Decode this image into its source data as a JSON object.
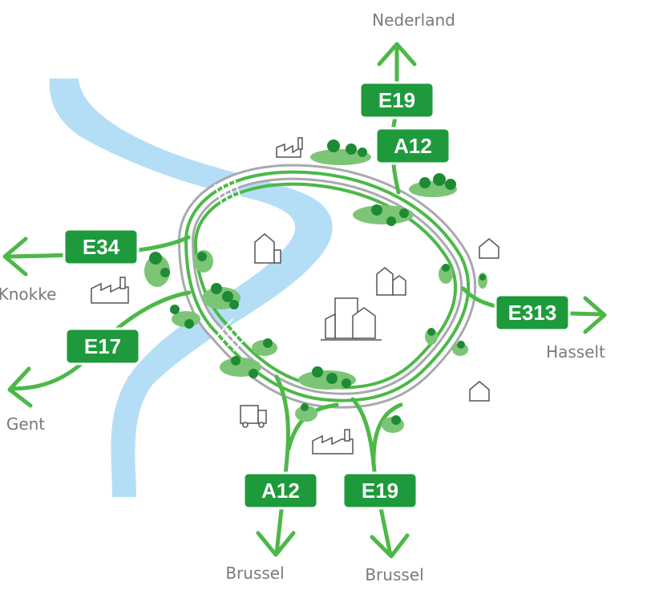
{
  "destinations": {
    "nederland": "Nederland",
    "knokke": "Knokke",
    "gent": "Gent",
    "hasselt": "Hasselt",
    "brussel_a12": "Brussel",
    "brussel_e19": "Brussel"
  },
  "shields": {
    "e19_north": "E19",
    "a12_north": "A12",
    "e34": "E34",
    "e17": "E17",
    "e313": "E313",
    "a12_south": "A12",
    "e19_south": "E19"
  },
  "colors": {
    "road": "#4cb848",
    "shield": "#1e9a3c",
    "river": "#b4def6",
    "ring_outer": "#a7a9ac",
    "tree_dark": "#1e8a34",
    "tree_light": "#7cc576",
    "building": "#555555",
    "label": "#7a7a7a"
  },
  "icons": [
    "factory-icon",
    "tree-cluster-icon",
    "house-icon",
    "city-buildings-icon",
    "truck-icon",
    "arrow-icon"
  ]
}
